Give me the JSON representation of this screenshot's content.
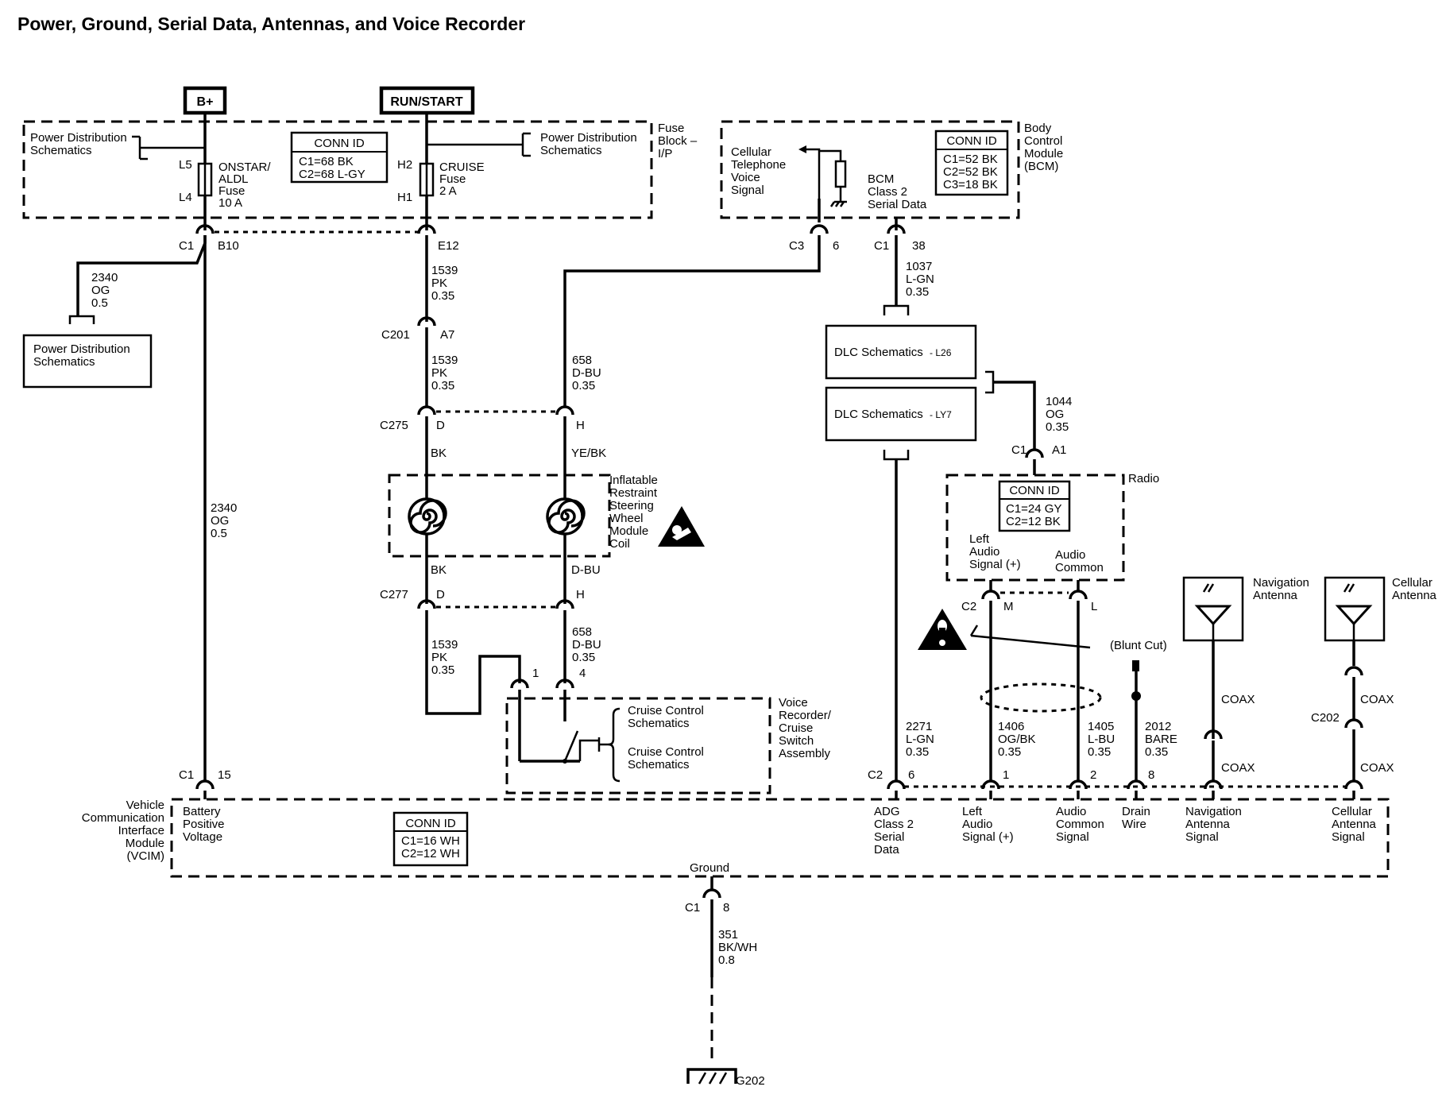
{
  "title": "Power, Ground, Serial Data, Antennas, and Voice Recorder",
  "power_sources": {
    "bplus": "B+",
    "run_start": "RUN/START"
  },
  "fuse_block": {
    "name": "Fuse Block – I/P",
    "conn_id": "CONN ID",
    "conn_lines": [
      "C1=68 BK",
      "C2=68 L-GY"
    ],
    "pds_left": "Power Distribution Schematics",
    "pds_right": "Power Distribution Schematics",
    "onstar_fuse": {
      "label": "ONSTAR/ ALDL Fuse 10 A",
      "pins": [
        "L5",
        "L4"
      ]
    },
    "cruise_fuse": {
      "label": "CRUISE Fuse 2 A",
      "pins": [
        "H2",
        "H1"
      ]
    }
  },
  "bcm": {
    "name": "Body Control Module (BCM)",
    "conn_id": "CONN ID",
    "conn_lines": [
      "C1=52 BK",
      "C2=52 BK",
      "C3=18 BK"
    ],
    "cell_voice": "Cellular Telephone Voice Signal",
    "class2": "BCM Class 2 Serial Data"
  },
  "connectors": {
    "c1_b10": [
      "C1",
      "B10"
    ],
    "e12": "E12",
    "c3_6": [
      "C3",
      "6"
    ],
    "c1_38": [
      "C1",
      "38"
    ],
    "c201": [
      "C201",
      "A7"
    ],
    "c275": [
      "C275",
      "D",
      "H"
    ],
    "c277": [
      "C277",
      "D",
      "H"
    ],
    "cruise_pins": [
      "1",
      "4"
    ],
    "vcim_c1": [
      "C1",
      "15"
    ],
    "vcim_c2": [
      "C2",
      "6",
      "1",
      "2",
      "8"
    ],
    "radio_c1": [
      "C1",
      "A1"
    ],
    "radio_c2": [
      "C2",
      "M",
      "L"
    ],
    "c202": "C202",
    "ground_c1": [
      "C1",
      "8"
    ]
  },
  "wires": {
    "w2340a": [
      "2340",
      "OG",
      "0.5"
    ],
    "w2340b": [
      "2340",
      "OG",
      "0.5"
    ],
    "w1539a": [
      "1539",
      "PK",
      "0.35"
    ],
    "w1539b": [
      "1539",
      "PK",
      "0.35"
    ],
    "w1539c": [
      "1539",
      "PK",
      "0.35"
    ],
    "w658a": [
      "658",
      "D-BU",
      "0.35"
    ],
    "w658b": [
      "658",
      "D-BU",
      "0.35"
    ],
    "w1037": [
      "1037",
      "L-GN",
      "0.35"
    ],
    "w1044": [
      "1044",
      "OG",
      "0.35"
    ],
    "w2271": [
      "2271",
      "L-GN",
      "0.35"
    ],
    "w1406": [
      "1406",
      "OG/BK",
      "0.35"
    ],
    "w1405": [
      "1405",
      "L-BU",
      "0.35"
    ],
    "w2012": [
      "2012",
      "BARE",
      "0.35"
    ],
    "w351": [
      "351",
      "BK/WH",
      "0.8"
    ]
  },
  "coil": {
    "name": "Inflatable Restraint Steering Wheel Module Coil",
    "top_colors": [
      "BK",
      "YE/BK"
    ],
    "bottom_colors": [
      "BK",
      "D-BU"
    ]
  },
  "pd_box": "Power Distribution Schematics",
  "dlc": {
    "l26": "DLC Schematics",
    "l26_code": "L26",
    "ly7": "DLC Schematics",
    "ly7_code": "LY7"
  },
  "radio": {
    "name": "Radio",
    "conn_id": "CONN ID",
    "conn_lines": [
      "C1=24 GY",
      "C2=12 BK"
    ],
    "left_audio": "Left Audio Signal (+)",
    "audio_common": "Audio Common"
  },
  "blunt_cut": "(Blunt Cut)",
  "antennas": {
    "nav": "Navigation Antenna",
    "cell": "Cellular Antenna",
    "coax": "COAX"
  },
  "cruise_switch": {
    "name": "Voice Recorder/ Cruise Switch Assembly",
    "schem1": "Cruise Control Schematics",
    "schem2": "Cruise Control Schematics"
  },
  "vcim": {
    "name": "Vehicle Communication Interface Module (VCIM)",
    "conn_id": "CONN ID",
    "conn_lines": [
      "C1=16 WH",
      "C2=12 WH"
    ],
    "battery": "Battery Positive Voltage",
    "ground": "Ground",
    "adg": "ADG Class 2 Serial Data",
    "left_audio": "Left Audio Signal (+)",
    "audio_common": "Audio Common Signal",
    "drain": "Drain Wire",
    "nav_sig": "Navigation Antenna Signal",
    "cell_sig": "Cellular Antenna Signal"
  },
  "ground_label": "G202"
}
